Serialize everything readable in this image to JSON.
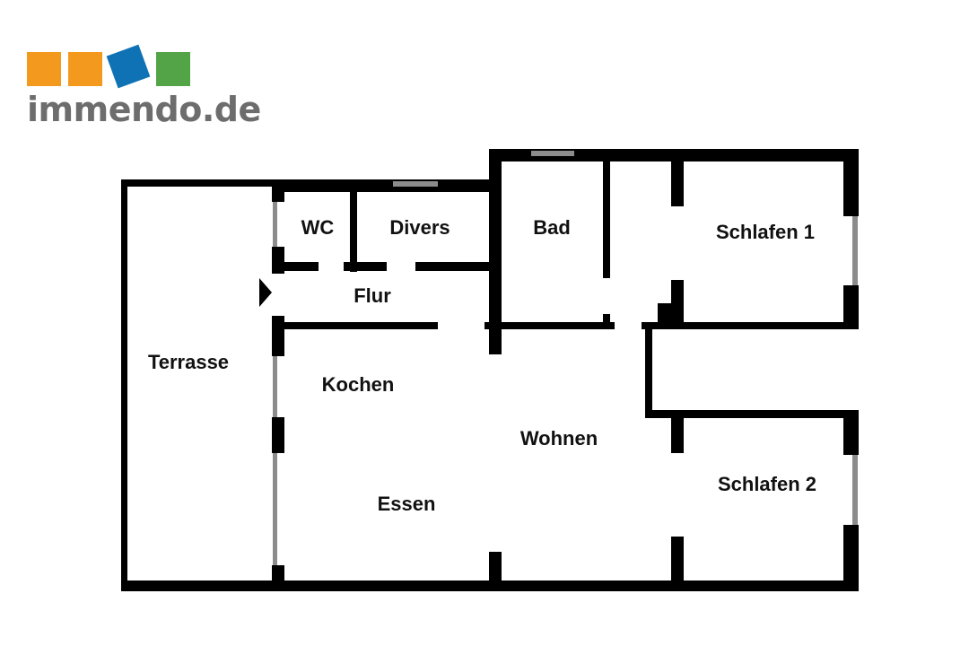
{
  "brand": {
    "name": "immendo.de",
    "colors": {
      "orange": "#f39a1e",
      "blue": "#0f72b5",
      "green": "#52a447",
      "text": "#6d6d6d"
    }
  },
  "rooms": {
    "wc": "WC",
    "divers": "Divers",
    "bad": "Bad",
    "schlafen1": "Schlafen 1",
    "flur": "Flur",
    "terrasse": "Terrasse",
    "kochen": "Kochen",
    "wohnen": "Wohnen",
    "essen": "Essen",
    "schlafen2": "Schlafen 2"
  },
  "colors": {
    "wall": "#000000",
    "window": "#8c8c8c",
    "label": "#111111"
  },
  "icons": {
    "entrance": "entrance-arrow-icon"
  }
}
